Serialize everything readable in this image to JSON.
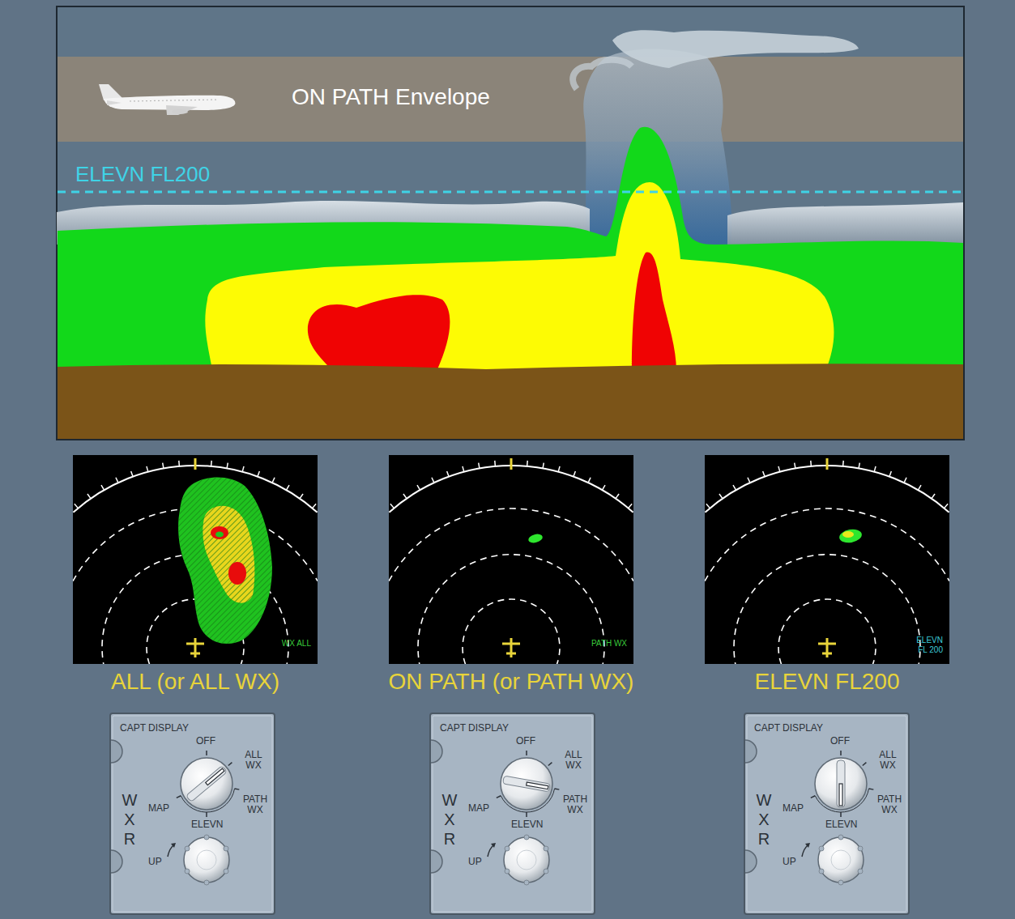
{
  "diagram": {
    "nodes": [
      {
        "text": [
          "ON PATH Envelope"
        ]
      },
      {
        "text": [
          "WX ALL"
        ]
      },
      {
        "text": [
          "PATH WX"
        ]
      },
      {
        "text": [
          "ELEVN FL 200"
        ]
      },
      {
        "text": [
          "CAPT DISPLAY",
          "OFF",
          "ALL WX",
          "PATH WX",
          "MAP",
          "ELEVN",
          "WXR",
          "UP"
        ]
      },
      {
        "text": [
          "CAPT DISPLAY",
          "OFF",
          "ALL WX",
          "PATH WX",
          "MAP",
          "ELEVN",
          "WXR",
          "UP"
        ]
      },
      {
        "text": [
          "CAPT DISPLAY",
          "OFF",
          "ALL WX",
          "PATH WX",
          "MAP",
          "ELEVN",
          "WXR",
          "UP"
        ]
      }
    ],
    "labels": [
      "ELEVN FL200",
      "ALL (or ALL WX)",
      "ON PATH (or PATH WX)",
      "ELEVN FL200"
    ]
  }
}
